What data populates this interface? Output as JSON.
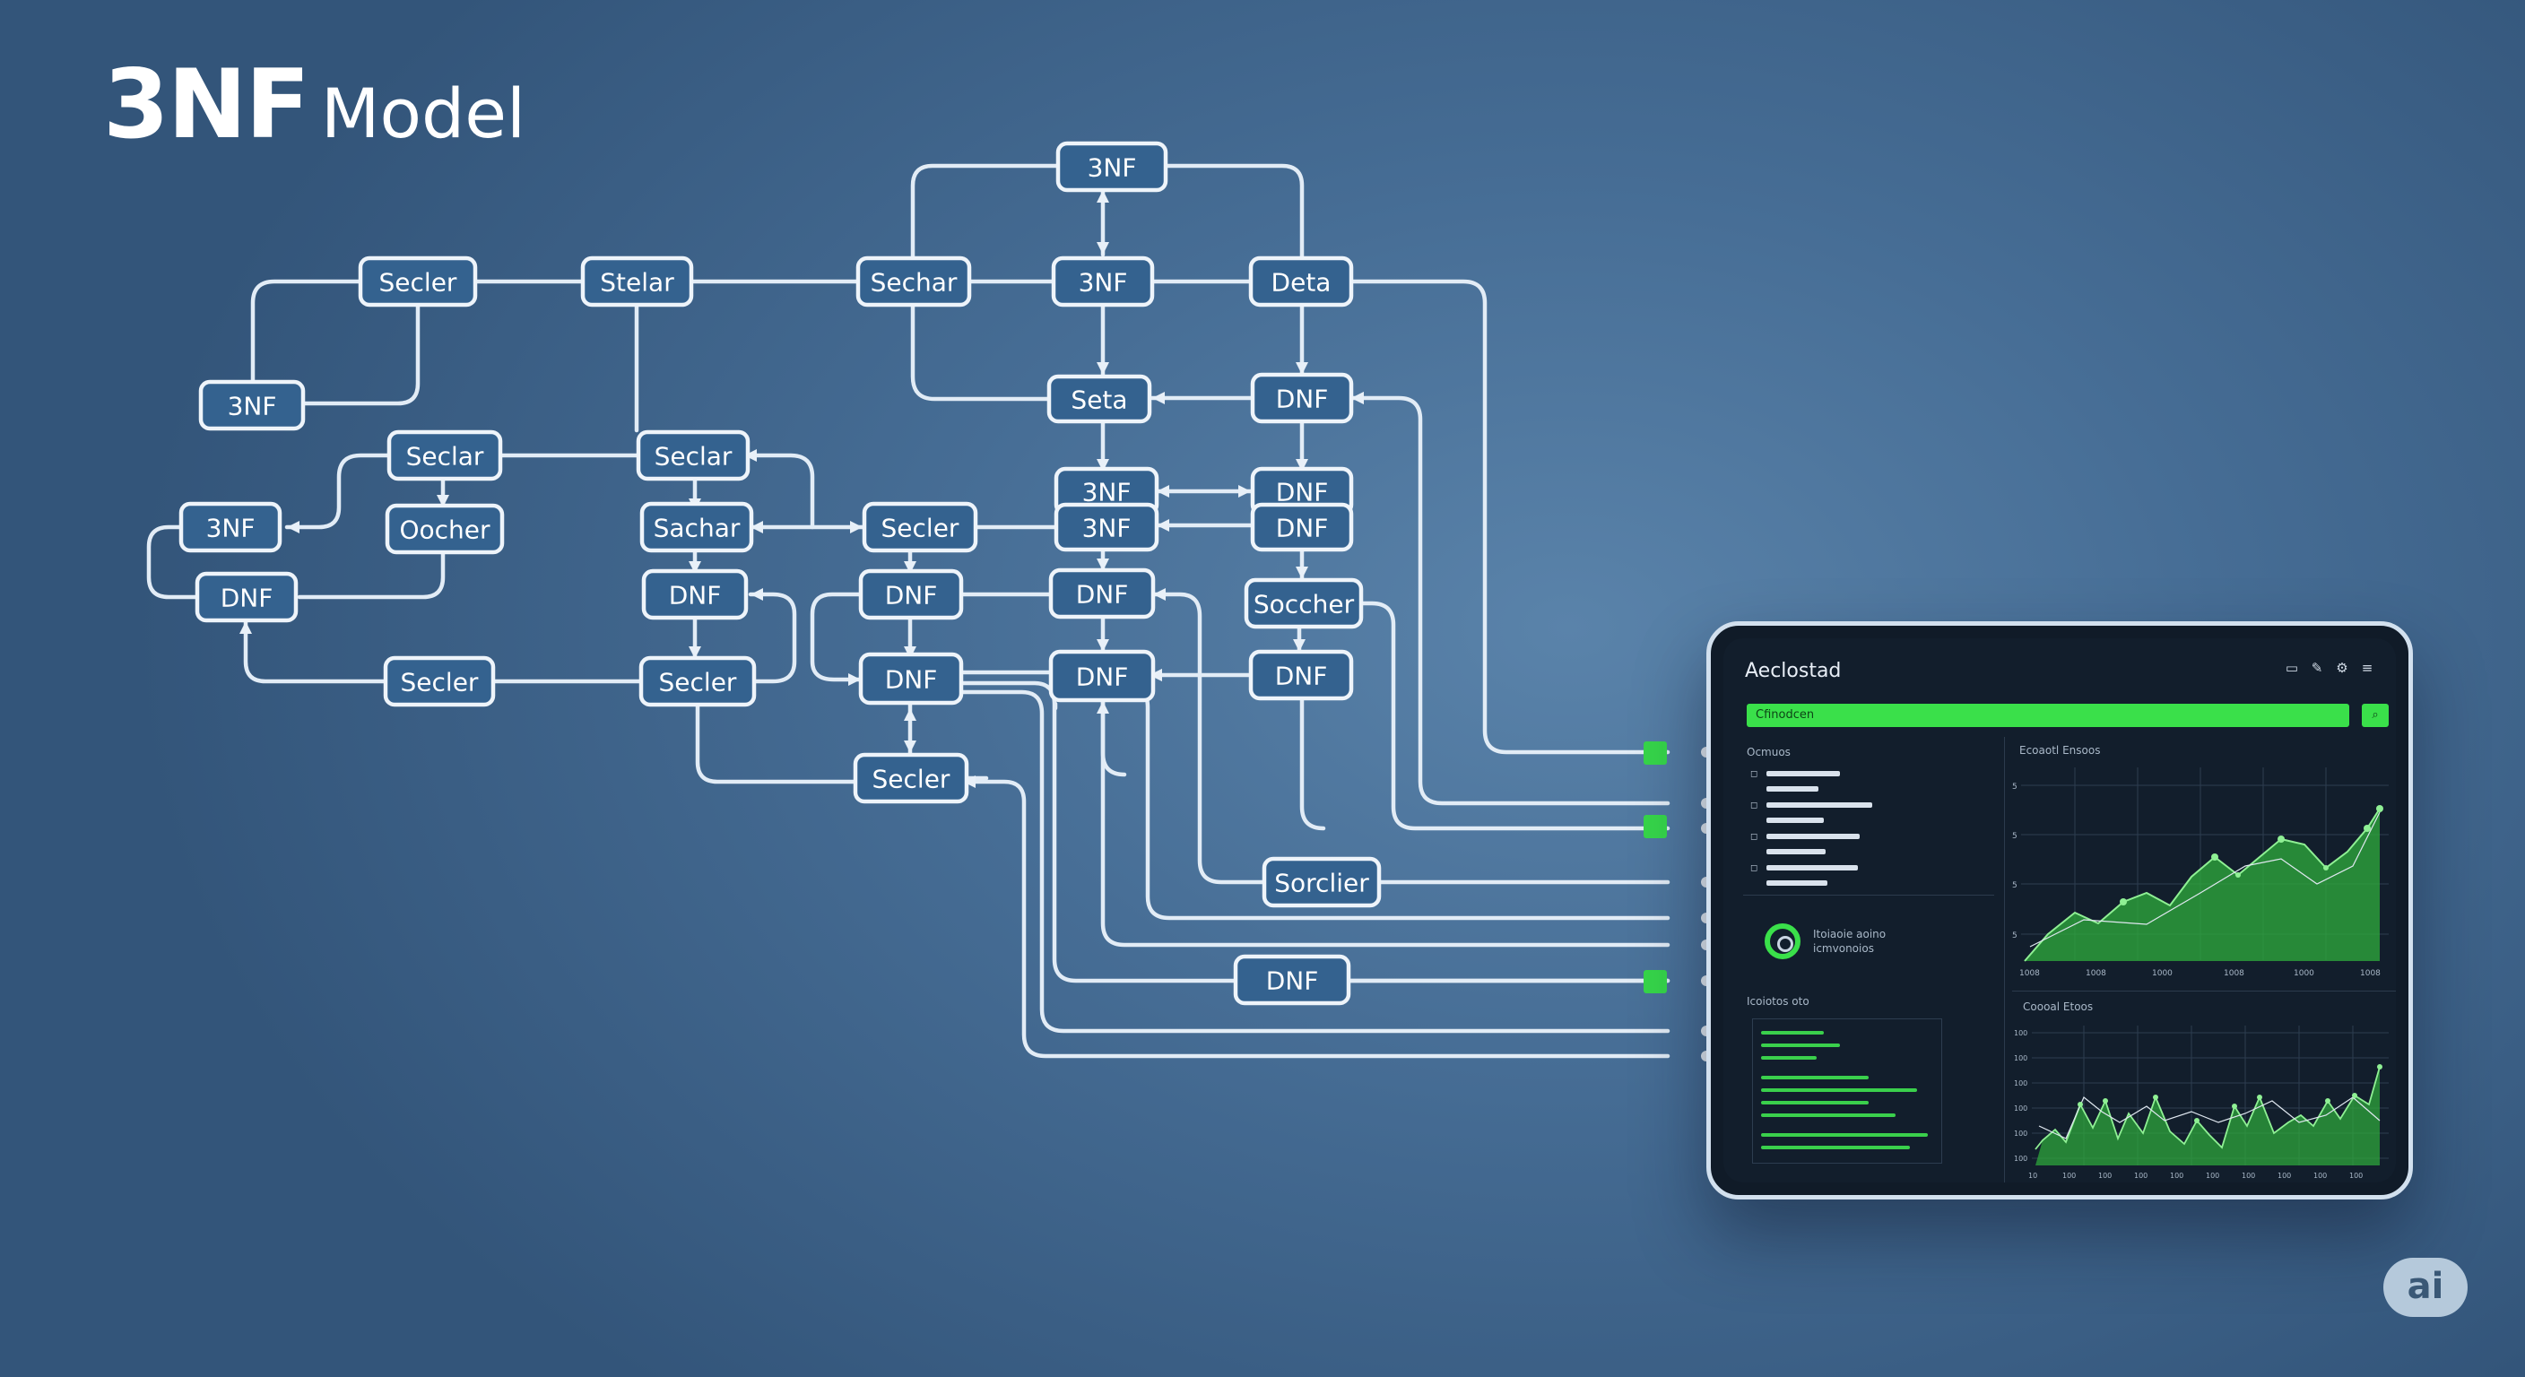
{
  "title": {
    "main": "3NF",
    "suffix": "Model"
  },
  "diagram": {
    "nodes": [
      {
        "id": "n_top_3nf",
        "label": "3NF"
      },
      {
        "id": "n_r1_secler_a",
        "label": "Secler"
      },
      {
        "id": "n_r1_stelar",
        "label": "Stelar"
      },
      {
        "id": "n_r1_sechar",
        "label": "Sechar"
      },
      {
        "id": "n_r1_3nf",
        "label": "3NF"
      },
      {
        "id": "n_r1_deta",
        "label": "Deta"
      },
      {
        "id": "n_r2_3nf",
        "label": "3NF"
      },
      {
        "id": "n_r2_seta",
        "label": "Seta"
      },
      {
        "id": "n_r2_dnf",
        "label": "DNF"
      },
      {
        "id": "n_r3_seclar_l",
        "label": "Seclar"
      },
      {
        "id": "n_r3_seclar_m",
        "label": "Seclar"
      },
      {
        "id": "n_r3_3nf_a",
        "label": "3NF"
      },
      {
        "id": "n_r3_dnf_a",
        "label": "DNF"
      },
      {
        "id": "n_r4_3nf_l",
        "label": "3NF"
      },
      {
        "id": "n_r4_oocher",
        "label": "Oocher"
      },
      {
        "id": "n_r4_sachar",
        "label": "Sachar"
      },
      {
        "id": "n_r4_secler",
        "label": "Secler"
      },
      {
        "id": "n_r4_3nf_b",
        "label": "3NF"
      },
      {
        "id": "n_r4_dnf_b",
        "label": "DNF"
      },
      {
        "id": "n_r5_dnf_l",
        "label": "DNF"
      },
      {
        "id": "n_r5_dnf_m",
        "label": "DNF"
      },
      {
        "id": "n_r5_dnf_c",
        "label": "DNF"
      },
      {
        "id": "n_r5_dnf_d",
        "label": "DNF"
      },
      {
        "id": "n_r5_soccher",
        "label": "Soccher"
      },
      {
        "id": "n_r6_secler_l",
        "label": "Secler"
      },
      {
        "id": "n_r6_secler_m",
        "label": "Secler"
      },
      {
        "id": "n_r6_dnf_c",
        "label": "DNF"
      },
      {
        "id": "n_r6_dnf_d",
        "label": "DNF"
      },
      {
        "id": "n_r6_dnf_e",
        "label": "DNF"
      },
      {
        "id": "n_r7_secler",
        "label": "Secler"
      },
      {
        "id": "n_r8_sorclier",
        "label": "Sorclier"
      },
      {
        "id": "n_r9_dnf",
        "label": "DNF"
      }
    ]
  },
  "dashboard": {
    "title": "Aeclostad",
    "search_label": "Cfinodcen",
    "toolbar_icons": [
      "window-icon",
      "pen-icon",
      "settings-icon",
      "menu-icon"
    ],
    "left_panel": {
      "header": "Ocmuos",
      "status_text_1": "Itoiaoie aoino",
      "status_text_2": "icmvonoios",
      "list_header": "Icoiotos oto"
    },
    "chart_top": {
      "title": "Ecoaotl Ensoos",
      "ytick_label": "5",
      "xtick_labels": [
        "1008",
        "1008",
        "1000",
        "1008",
        "1000",
        "1008"
      ]
    },
    "chart_bottom": {
      "title": "Coooal Etoos",
      "ytick_label": "100",
      "xtick_labels": [
        "10",
        "100",
        "100",
        "100",
        "100",
        "100",
        "100",
        "100",
        "100",
        "100"
      ]
    },
    "accent_color": "#3ae04a"
  },
  "badge": {
    "label": "ai"
  }
}
